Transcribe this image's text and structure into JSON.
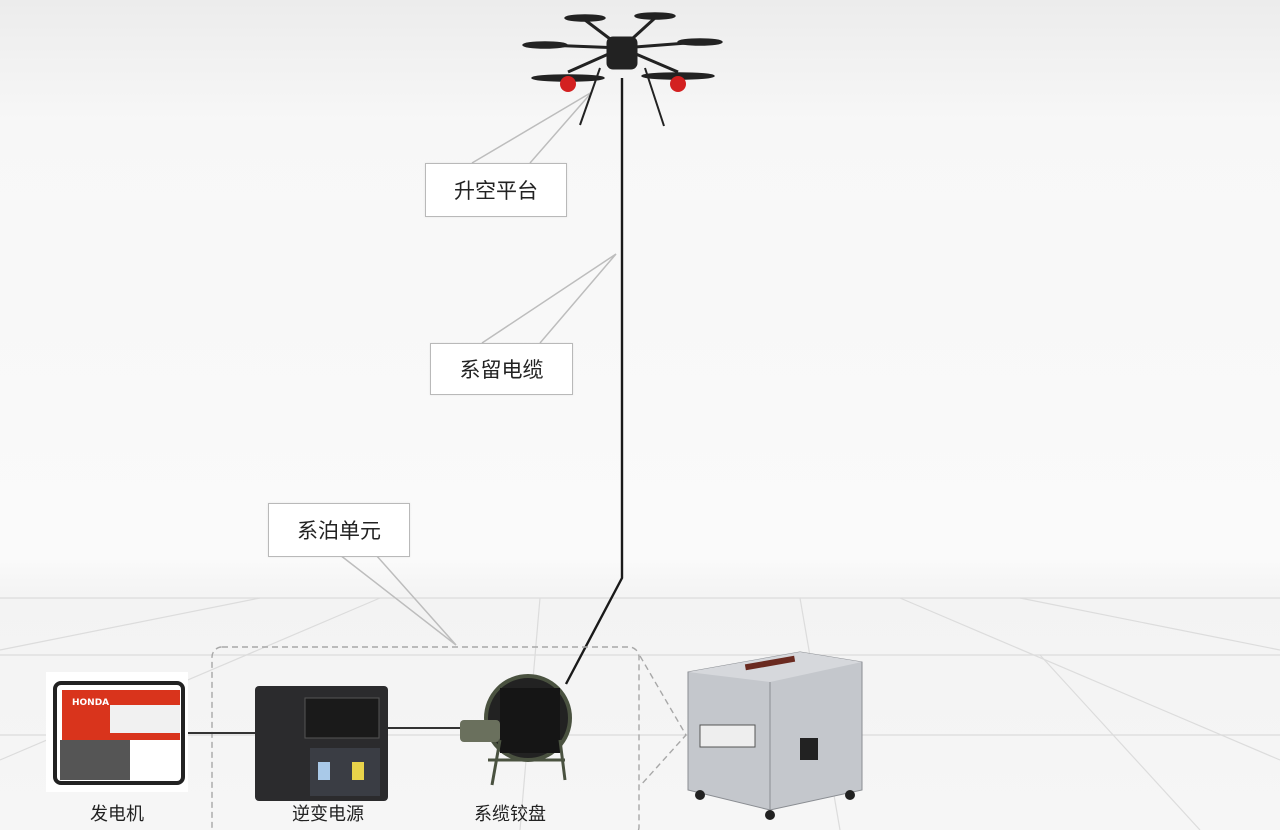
{
  "callouts": {
    "aerial_platform": "升空平台",
    "tether_cable": "系留电缆",
    "mooring_unit": "系泊单元"
  },
  "equipment": {
    "generator": "发电机",
    "inverter": "逆变电源",
    "cable_winch": "系缆铰盘"
  },
  "logo_text": "HONDA",
  "colors": {
    "generator": "#d9341c",
    "cable": "#1a1a1a",
    "reel_frame": "#4a5240",
    "cabinet": "#b8bcc2"
  }
}
